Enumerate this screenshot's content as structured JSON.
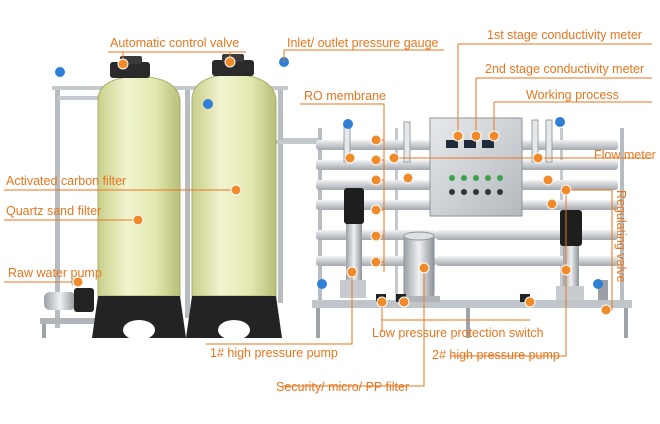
{
  "labels": {
    "automatic_control_valve": "Automatic control valve",
    "inlet_outlet_pressure_gauge": "Inlet/ outlet pressure gauge",
    "stage1_conductivity_meter": "1st stage conductivity meter",
    "stage2_conductivity_meter": "2nd stage conductivity meter",
    "ro_membrane": "RO membrane",
    "working_process": "Working process",
    "flow_meter": "Flow meter",
    "activated_carbon_filter": "Activated carbon filter",
    "quartz_sand_filter": "Quartz sand filter",
    "raw_water_pump": "Raw water pump",
    "regulating_valve": "Regulating valve",
    "low_pressure_protection_switch": "Low pressure protection switch",
    "high_pressure_pump_1": "1# high pressure pump",
    "high_pressure_pump_2": "2# high pressure pump",
    "security_filter": "Security/ micro/ PP filter"
  },
  "colors": {
    "label_text": "#e8761e",
    "marker": "#f08a2a",
    "leader_line": "#e8761e",
    "gauge_dot": "#2f7fd6",
    "tank": "#e6ebb7",
    "frame": "#b9bec4",
    "pump_black": "#1c1c1c"
  }
}
